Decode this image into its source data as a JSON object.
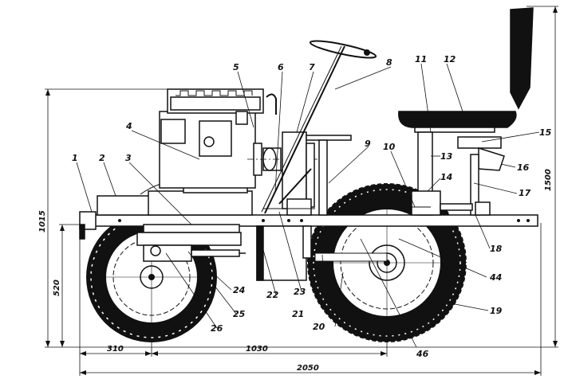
{
  "callouts": [
    "1",
    "2",
    "3",
    "4",
    "5",
    "6",
    "7",
    "8",
    "9",
    "10",
    "11",
    "12",
    "13",
    "14",
    "15",
    "16",
    "17",
    "18",
    "19",
    "20",
    "21",
    "22",
    "23",
    "24",
    "25",
    "26",
    "44",
    "46"
  ],
  "dimensions": {
    "total_height": "1500",
    "frame_height": "1015",
    "axle_height": "520",
    "front_overhang": "310",
    "wheelbase": "1030",
    "overall_length": "2050"
  }
}
